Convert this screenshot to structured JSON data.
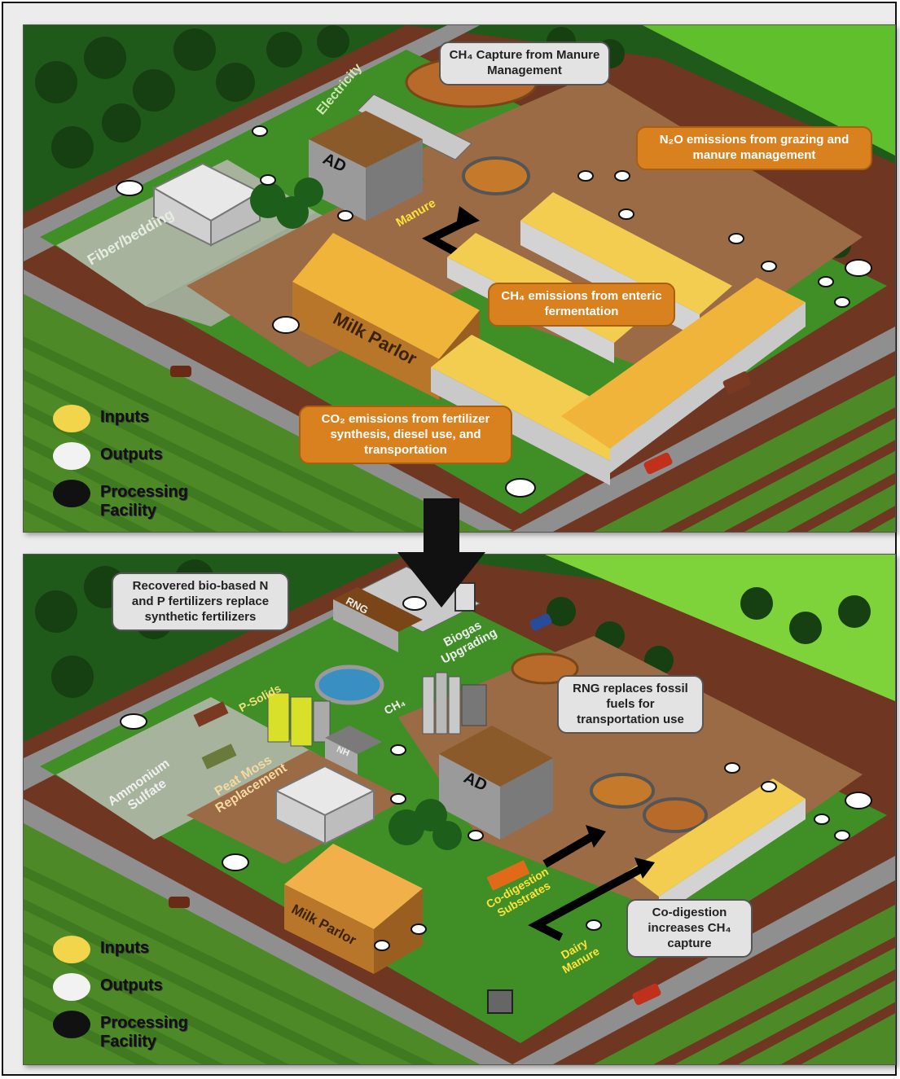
{
  "top_panel": {
    "buildings": {
      "ad": "AD",
      "milk_parlor": "Milk Parlor"
    },
    "ground_labels": {
      "electricity": "Electricity",
      "fiber_bedding": "Fiber/bedding",
      "manure": "Manure"
    },
    "callouts": {
      "ch4_capture": "CH₄ Capture from Manure Management",
      "n2o": "N₂O emissions from grazing and manure management",
      "ch4_enteric": "CH₄ emissions from enteric fermentation",
      "co2": "CO₂ emissions from fertilizer synthesis, diesel use, and transportation"
    },
    "legend": [
      {
        "label": "Inputs",
        "color": "#f2d54a"
      },
      {
        "label": "Outputs",
        "color": "#f2f2f2"
      },
      {
        "label": "Processing Facility",
        "color": "#111111"
      }
    ]
  },
  "bottom_panel": {
    "buildings": {
      "ad": "AD",
      "milk_parlor": "Milk Parlor",
      "nh": "NH",
      "rng": "RNG"
    },
    "ground_labels": {
      "p_solids": "P-Solids",
      "ch4": "CH₄",
      "biogas_upgrading": "Biogas Upgrading",
      "ammonium_sulfate": "Ammonium Sulfate",
      "peat_moss": "Peat Moss Replacement",
      "co_digestion_substrates": "Co-digestion Substrates",
      "dairy_manure": "Dairy Manure"
    },
    "callouts": {
      "fertilizers": "Recovered bio-based N and P fertilizers replace synthetic fertilizers",
      "rng": "RNG replaces fossil fuels for transportation use",
      "codigestion": "Co-digestion increases CH₄ capture"
    },
    "legend": [
      {
        "label": "Inputs",
        "color": "#f2d54a"
      },
      {
        "label": "Outputs",
        "color": "#f2f2f2"
      },
      {
        "label": "Processing Facility",
        "color": "#111111"
      }
    ]
  },
  "colors": {
    "forest": "#1f5a1a",
    "grass": "#4f9a2a",
    "dirt": "#9a6b45",
    "barn_roof": "#f0b43a",
    "concrete": "#a7b39c",
    "road": "#8f8f8f",
    "field_stripe": "#7a3a22"
  }
}
